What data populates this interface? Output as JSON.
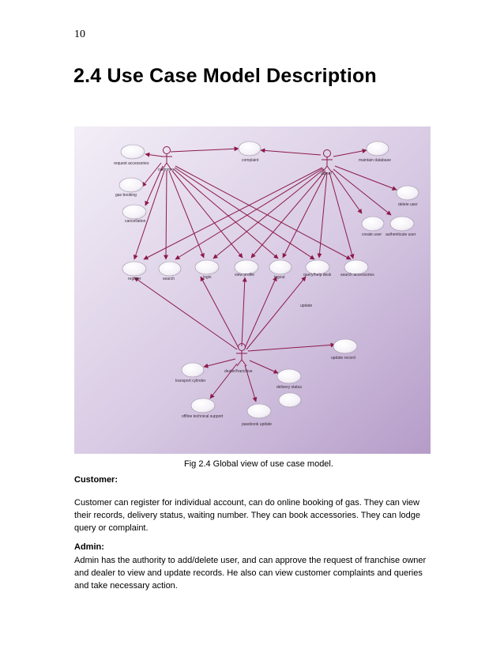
{
  "page_number": "10",
  "section_title": "2.4  Use Case Model Description",
  "diagram": {
    "actors": {
      "customer": "customer",
      "admin": "admin",
      "dealer": "dealer/franchise"
    },
    "use_cases": {
      "request_accessories": "request accessories",
      "gas_booking": "gas booking",
      "cancellation": "cancellation",
      "complaint": "complaint",
      "maintain_database": "maintain database",
      "delete_user": "delete user",
      "create_user": "create user",
      "authenticate_user": "authenticate user",
      "register": "register",
      "search": "search",
      "login": "login",
      "view_profile": "view profile",
      "logout": "logout",
      "query_help_desk": "query/help desk",
      "search_accessories": "search accessories",
      "update": "update",
      "update_record": "update record",
      "transport_cylinder": "transport cylinder",
      "delivery_status": "delivery status",
      "offline_technical_support": "offline technical support",
      "passbook_update": "passbook update"
    },
    "colors": {
      "line": "#8b1a4a",
      "background_light": "#f3eef7",
      "background_dark": "#b59cc8"
    }
  },
  "caption": "Fig 2.4   Global view of use case model.",
  "customer_section": {
    "heading": "Customer:",
    "text": "Customer can register for individual account, can do online booking of gas. They can view their records, delivery status, waiting number. They can book accessories. They can lodge query or complaint."
  },
  "admin_section": {
    "heading": "Admin:",
    "text": "Admin has the authority to add/delete user, and can approve the request of franchise owner and dealer to view and update records. He also can view customer complaints and queries and take necessary action."
  }
}
